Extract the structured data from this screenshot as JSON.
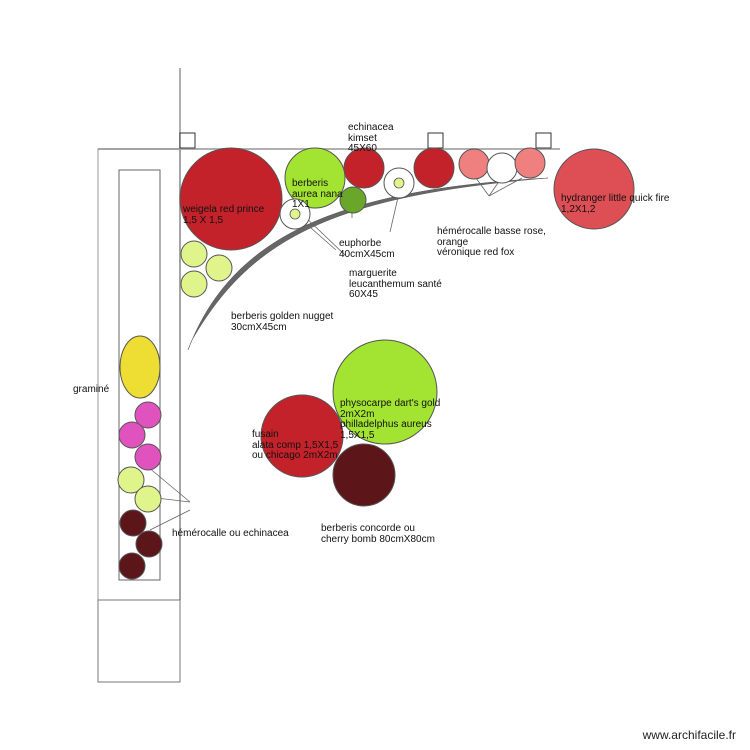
{
  "colors": {
    "red_dark": "#c4222a",
    "red_mid": "#dd4f55",
    "pink_light": "#f08080",
    "green_lime": "#a3e332",
    "green_olive": "#6aa62a",
    "yellow_green": "#e0f48c",
    "yellow": "#eedd33",
    "magenta": "#e052bd",
    "maroon": "#5c161a",
    "white": "#ffffff",
    "path_grey": "#666666",
    "wall_grey": "#b0b0b0"
  },
  "labels": {
    "weigela": [
      "weigela red prince",
      "1,5 X 1,5"
    ],
    "berberis_aurea": [
      "berberis",
      "aurea nana",
      "1X1"
    ],
    "echinacea_kimset": [
      "echinacea",
      "kimset",
      "45X60"
    ],
    "hydranger": [
      "hydranger little quick fire",
      "1,2X1,2"
    ],
    "hemerocalle_basse": [
      "hémérocalle basse rose,",
      "orange",
      "véronique red fox"
    ],
    "euphorbe": [
      "euphorbe",
      "40cmX45cm"
    ],
    "marguerite": [
      "marguerite",
      "leucanthemum santé",
      "60X45"
    ],
    "berberis_golden": [
      "berberis golden nugget",
      "30cmX45cm"
    ],
    "gramine": [
      "graminé"
    ],
    "physocarpe": [
      "physocarpe dart's gold",
      "2mX2m",
      "philladelphus aureus",
      "1,5X1,5"
    ],
    "fusain": [
      "fusain",
      "alata comp 1,5X1,5",
      "ou chicago 2mX2m"
    ],
    "berberis_concorde": [
      "berberis concorde ou",
      "cherry bomb 80cmX80cm"
    ],
    "hemerocalle_echinacea": [
      "hémérocalle ou echinacea"
    ]
  },
  "watermark": "www.archifacile.fr"
}
